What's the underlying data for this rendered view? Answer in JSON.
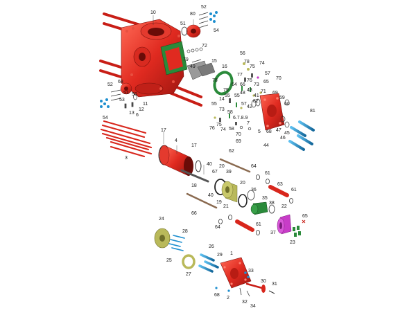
{
  "colors": {
    "body_red": "#e02a20",
    "body_dark": "#9e1610",
    "body_light": "#ff5a4a",
    "green": "#2a8a3a",
    "olive": "#b9b95a",
    "grey": "#8a8a8a",
    "blue": "#1e8fcf",
    "magenta": "#c83cc8",
    "black": "#222222"
  },
  "part_labels": [
    "10",
    "80",
    "52",
    "54",
    "51",
    "72",
    "79",
    "49",
    "15",
    "16",
    "56",
    "78",
    "75",
    "74",
    "57",
    "70",
    "77",
    "76",
    "73",
    "64",
    "66",
    "65",
    "48",
    "43",
    "41",
    "71",
    "69",
    "82",
    "60",
    "81",
    "59",
    "50",
    "52",
    "68",
    "53",
    "54",
    "51",
    "13",
    "12",
    "11",
    "6",
    "7",
    "45",
    "47",
    "46",
    "44",
    "62",
    "5",
    "3",
    "17",
    "4",
    "17",
    "40",
    "67",
    "39",
    "20",
    "64",
    "61",
    "63",
    "61",
    "18",
    "19",
    "40",
    "21",
    "20",
    "36",
    "38",
    "35",
    "66",
    "22",
    "65",
    "64",
    "61",
    "37",
    "23",
    "24",
    "28",
    "25",
    "27",
    "26",
    "29",
    "1",
    "33",
    "30",
    "31",
    "32",
    "34",
    "2",
    "68",
    "14",
    "42",
    "55",
    "57",
    "58",
    "6.7.8.9",
    "55",
    "76",
    "75",
    "74",
    "73",
    "58",
    "70",
    "69",
    "55",
    "78",
    "79",
    "68"
  ]
}
